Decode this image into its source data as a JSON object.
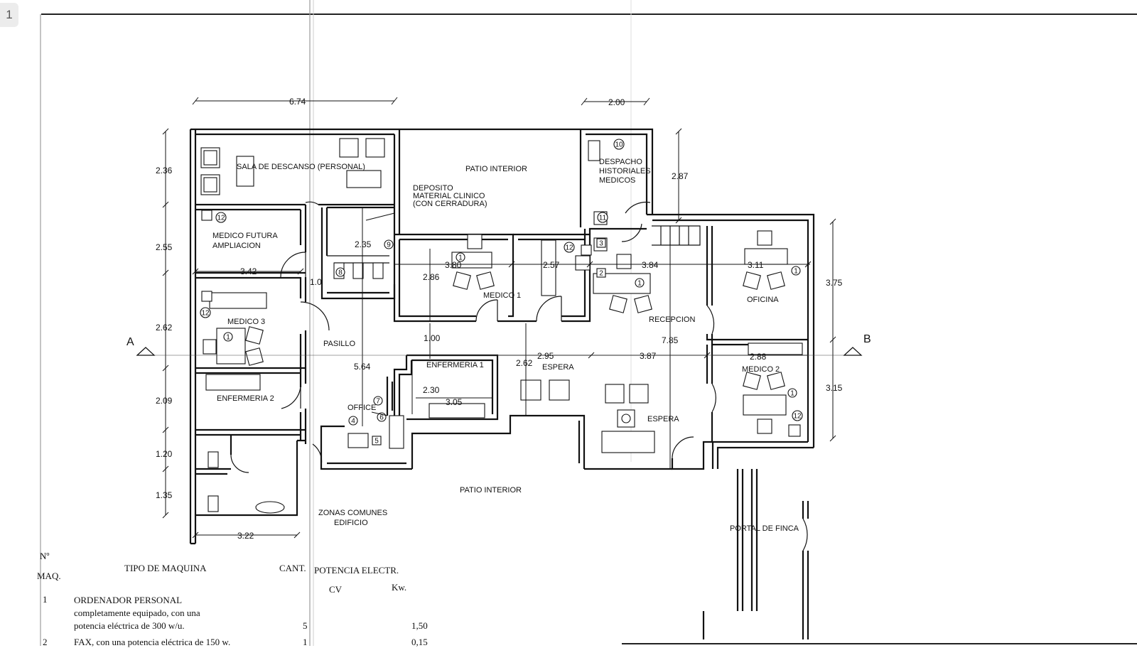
{
  "viewer": {
    "page_number": "1"
  },
  "plan": {
    "rooms": {
      "sala_descanso": "SALA DE DESCANSO (PERSONAL)",
      "patio_interior_top": "PATIO INTERIOR",
      "deposito_1": "DEPOSITO",
      "deposito_2": "MATERIAL CLINICO",
      "deposito_3": "(CON CERRADURA)",
      "despacho_1": "DESPACHO",
      "despacho_2": "HISTORIALES",
      "despacho_3": "MEDICOS",
      "medico_futura_1": "MEDICO FUTURA",
      "medico_futura_2": "AMPLIACION",
      "medico_3": "MEDICO 3",
      "pasillo": "PASILLO",
      "medico_1": "MEDICO 1",
      "recepcion": "RECEPCION",
      "oficina": "OFICINA",
      "enfermeria_2": "ENFERMERIA 2",
      "enfermeria_1": "ENFERMERIA 1",
      "espera_1": "ESPERA",
      "espera_2": "ESPERA",
      "medico_2": "MEDICO 2",
      "office": "OFFICE",
      "patio_interior_bottom": "PATIO INTERIOR",
      "zonas_comunes_1": "ZONAS COMUNES",
      "zonas_comunes_2": "EDIFICIO",
      "portal": "PORTAL DE FINCA"
    },
    "dimensions": {
      "top_width": "6.74",
      "despacho_width": "2.00",
      "left_1": "2.36",
      "left_2": "2.55",
      "left_3": "2.62",
      "left_4": "2.09",
      "left_5": "1.20",
      "left_6": "1.35",
      "medico_futura_w": "3.42",
      "small_1": "1.0",
      "bottom_left": "3.22",
      "pasillo_h": "5.64",
      "deposito_w": "2.35",
      "medico1_w": "3.80",
      "medico1_h": "2.86",
      "corridor_w": "2.57",
      "recepcion_w": "3.84",
      "oficina_w": "3.11",
      "right_top": "3.75",
      "right_bottom": "3.15",
      "despacho_h": "2.87",
      "recepcion_h": "7.85",
      "gap_1": "1.00",
      "espera_h": "2.62",
      "espera_w": "2.95",
      "espera2_w": "3.87",
      "medico2_w": "2.88",
      "enf1_h": "2.30",
      "enf1_w": "3.05"
    },
    "section_a": "A",
    "section_b": "B",
    "item_markers": [
      "1",
      "2",
      "3",
      "4",
      "5",
      "6",
      "7",
      "8",
      "9",
      "10",
      "11",
      "12"
    ]
  },
  "machine_table": {
    "header_n_1": "Nº",
    "header_n_2": "MAQ.",
    "header_tipo": "TIPO DE MAQUINA",
    "header_cant": "CANT.",
    "header_potencia": "POTENCIA ELECTR.",
    "header_cv": "CV",
    "header_kw": "Kw.",
    "rows": [
      {
        "num": "1",
        "line1": "ORDENADOR PERSONAL",
        "line2": "completamente equipado, con una",
        "line3": "potencia eléctrica de 300 w/u.",
        "cant": "5",
        "kw": "1,50"
      },
      {
        "num": "2",
        "line1": "FAX, con una potencia eléctrica de 150 w.",
        "cant": "1",
        "kw": "0,15"
      }
    ]
  }
}
